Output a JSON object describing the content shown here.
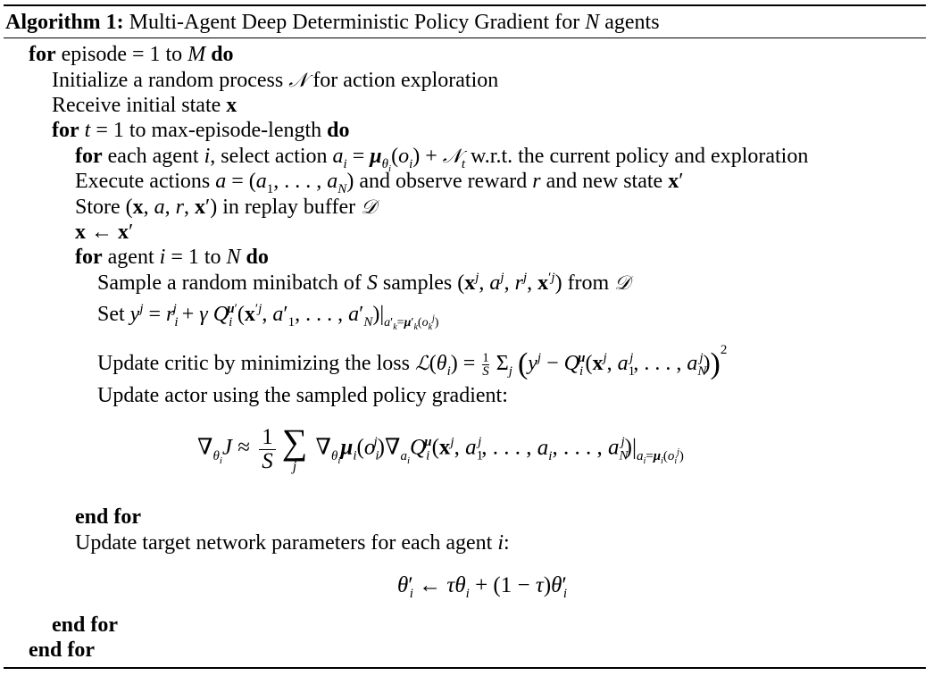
{
  "algorithm": {
    "label": "Algorithm 1:",
    "title": "Multi-Agent Deep Deterministic Policy Gradient for N agents"
  },
  "keywords": {
    "for": "for",
    "do": "do",
    "end_for": "end for"
  },
  "lines": {
    "l1": "for episode = 1 to M do",
    "l2": "Initialize a random process 𝒩 for action exploration",
    "l3": "Receive initial state x",
    "l4": "for t = 1 to max-episode-length do",
    "l5": "for each agent i, select action aᵢ = μ_θᵢ(oᵢ) + 𝒩ₜ w.r.t. the current policy and exploration",
    "l6": "Execute actions a = (a₁, . . . , a_N) and observe reward r and new state x′",
    "l7": "Store (x, a, r, x′) in replay buffer 𝒟",
    "l8": "x ← x′",
    "l9": "for agent i = 1 to N do",
    "l10": "Sample a random minibatch of S samples (xʲ, aʲ, rʲ, x′ʲ) from 𝒟",
    "l11": "Set yʲ = rᵢʲ + γ Qᵢ^μ′(x′ʲ, a′₁, . . . , a′_N)|a′ₖ=μ′ₖ(oₖʲ)",
    "l12": "Update critic by minimizing the loss ℒ(θᵢ) = 1/S Σⱼ (yʲ − Qᵢ^μ(xʲ, a₁ʲ, . . . , a_Nʲ))²",
    "l13": "Update actor using the sampled policy gradient:",
    "l14": "∇θᵢJ ≈ 1/S Σⱼ ∇θᵢμᵢ(oᵢʲ)∇aᵢQᵢ^μ(xʲ, a₁ʲ, . . . , aᵢ, . . . , a_Nʲ)|aᵢ=μᵢ(oᵢʲ)",
    "l15": "end for",
    "l16": "Update target network parameters for each agent i:",
    "l17": "θ′ᵢ ← τθᵢ + (1 − τ)θ′ᵢ",
    "l18": "end for",
    "l19": "end for"
  },
  "text": {
    "episode": "episode",
    "to": "to",
    "init_a": "Initialize a random process",
    "init_b": "for action exploration",
    "receive": "Receive initial state",
    "max_len": "max-episode-length",
    "each_agent": "each agent",
    "select_action": "select action",
    "wrt": "w.r.t. the current policy and exploration",
    "execute": "Execute actions",
    "observe": "and observe reward",
    "new_state": "and new state",
    "store": "Store",
    "replay": "in replay buffer",
    "agent": "agent",
    "sample": "Sample a random minibatch of",
    "samples": "samples",
    "from": "from",
    "set": "Set",
    "critic": "Update critic by minimizing the loss",
    "actor": "Update actor using the sampled policy gradient:",
    "target": "Update target network parameters for each agent"
  }
}
